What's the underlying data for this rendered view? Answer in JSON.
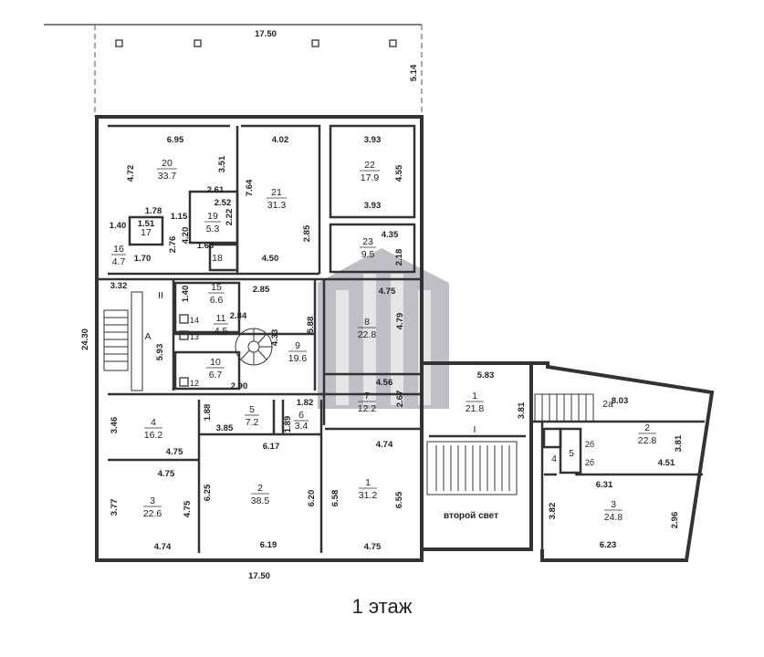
{
  "caption": "1 этаж",
  "accent_color": "#7a7d86",
  "void_label": "второй свет",
  "overall_dims": {
    "top": "17.50",
    "bottom": "17.50",
    "left": "24.30",
    "terrace_depth": "5.14"
  },
  "rooms": [
    {
      "num": "20",
      "area": "33.7"
    },
    {
      "num": "21",
      "area": "31.3"
    },
    {
      "num": "22",
      "area": "17.9"
    },
    {
      "num": "19",
      "area": "5.3"
    },
    {
      "num": "17",
      "area": ""
    },
    {
      "num": "16",
      "area": "4.7"
    },
    {
      "num": "18",
      "area": ""
    },
    {
      "num": "23",
      "area": "9.5"
    },
    {
      "num": "15",
      "area": "6.6"
    },
    {
      "num": "11",
      "area": "4.5"
    },
    {
      "num": "9",
      "area": "19.6"
    },
    {
      "num": "10",
      "area": "6.7"
    },
    {
      "num": "8",
      "area": "22.8"
    },
    {
      "num": "7",
      "area": "12.2"
    },
    {
      "num": "4",
      "area": "16.2"
    },
    {
      "num": "5",
      "area": "7.2"
    },
    {
      "num": "6",
      "area": "3.4"
    },
    {
      "num": "3",
      "area": "22.6"
    },
    {
      "num": "2",
      "area": "38.5"
    },
    {
      "num": "1",
      "area": "31.2"
    },
    {
      "num": "1",
      "area": "21.8"
    },
    {
      "num": "2",
      "area": "22.8"
    },
    {
      "num": "3",
      "area": "24.8"
    }
  ],
  "labels": [
    "14",
    "13",
    "12",
    "A",
    "II",
    "I",
    "2a",
    "4",
    "5",
    "2б",
    "2б"
  ],
  "dims": [
    "6.95",
    "4.02",
    "3.93",
    "4.72",
    "3.51",
    "2.61",
    "7.64",
    "4.55",
    "3.93",
    "2.52",
    "2.22",
    "1.78",
    "1.15",
    "1.51",
    "1.40",
    "4.20",
    "2.76",
    "1.63",
    "1.70",
    "2.85",
    "4.35",
    "2.18",
    "4.50",
    "3.32",
    "1.40",
    "2.85",
    "4.75",
    "2.84",
    "5.88",
    "4.79",
    "5.93",
    "4.33",
    "2.90",
    "4.56",
    "2.67",
    "1.82",
    "1.88",
    "1.89",
    "3.46",
    "4.75",
    "3.85",
    "6.17",
    "4.74",
    "4.75",
    "6.25",
    "6.20",
    "6.58",
    "6.55",
    "3.77",
    "4.75",
    "4.74",
    "6.19",
    "4.75",
    "5.83",
    "3.81",
    "8.03",
    "3.81",
    "4.51",
    "6.31",
    "3.82",
    "2.96",
    "6.23"
  ]
}
